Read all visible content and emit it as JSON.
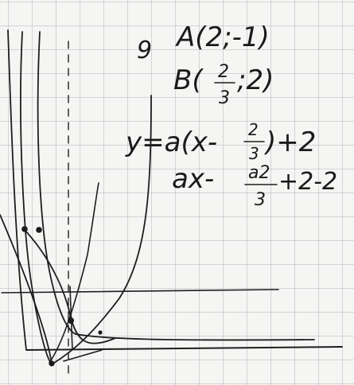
{
  "notes": {
    "problem_number": "9",
    "point_a": "A(2;-1)",
    "point_b_prefix": "B(",
    "point_b_num": "2",
    "point_b_den": "3",
    "point_b_suffix": ";2)",
    "eq_prefix": "y=a(x-",
    "eq_num": "2",
    "eq_den": "3",
    "eq_suffix": ")+2",
    "line2_prefix": "ax-",
    "line2_num": "a2",
    "line2_den": "3",
    "line2_suffix": "+2-2"
  }
}
